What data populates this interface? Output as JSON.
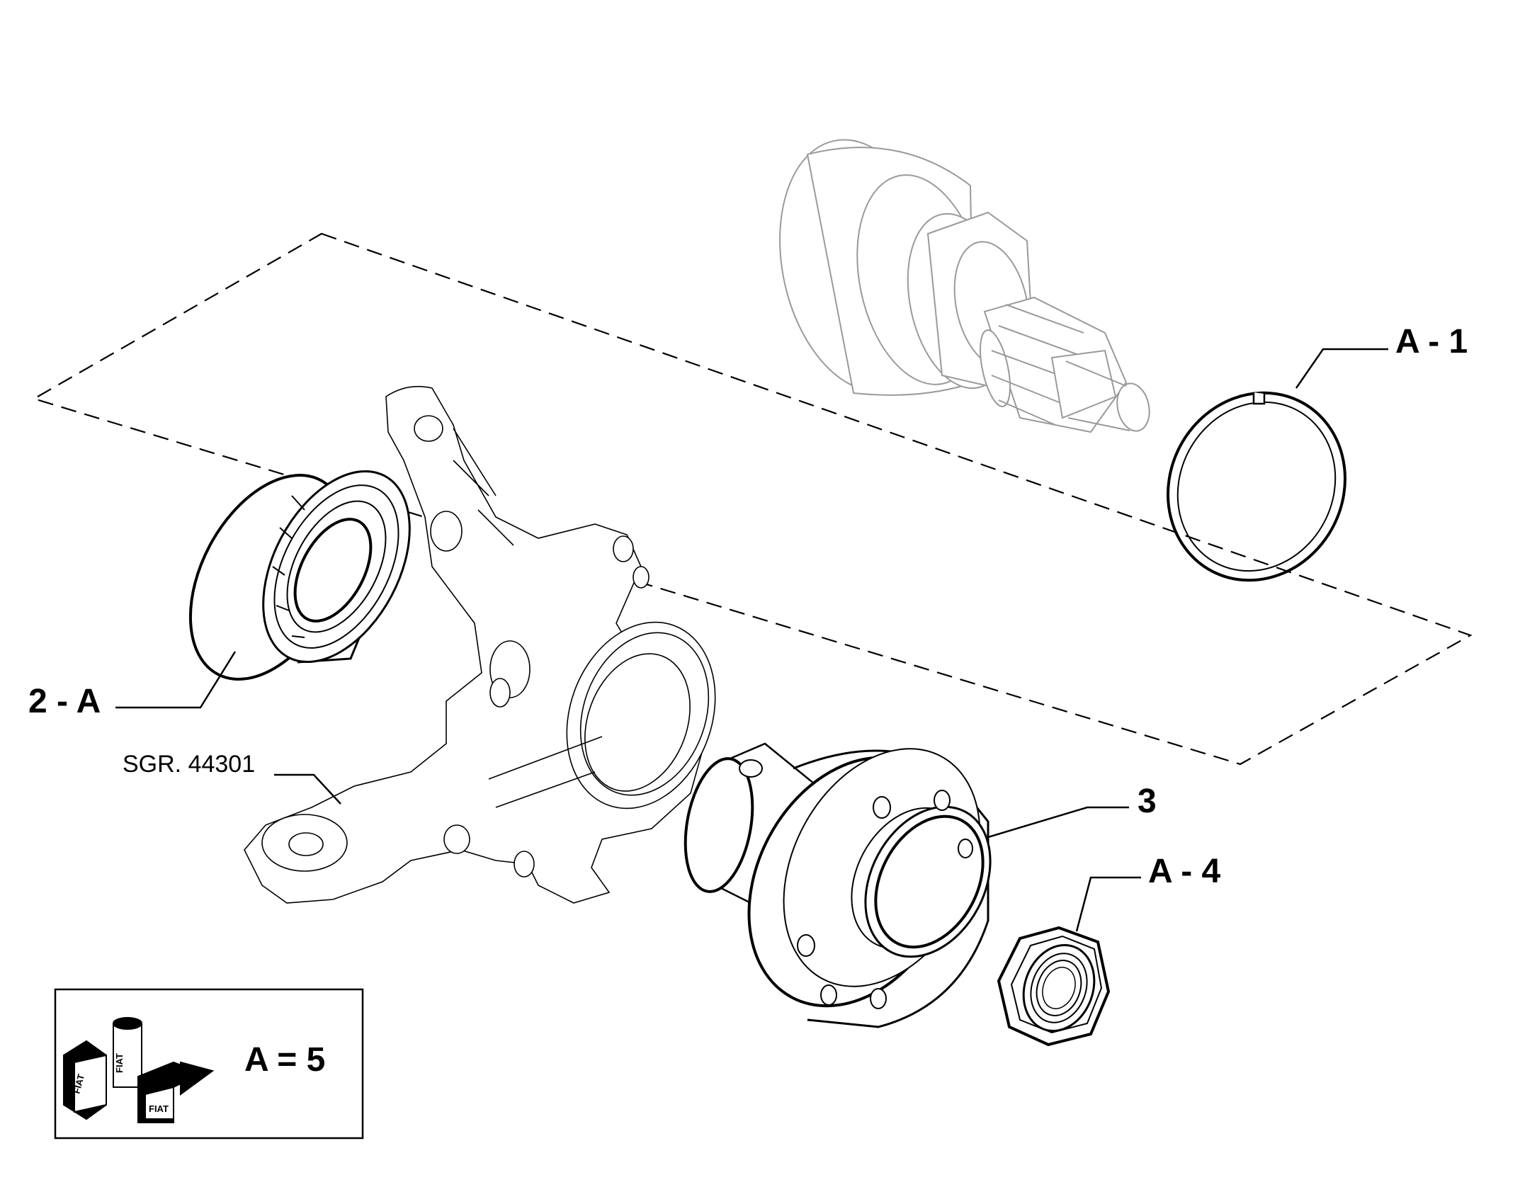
{
  "callouts": {
    "part_1": "A - 1",
    "part_2": "2 - A",
    "part_3": "3",
    "part_4": "A - 4",
    "reference": "SGR. 44301"
  },
  "legend": {
    "text": "A = 5",
    "logo_text": "FIAT"
  },
  "colors": {
    "line": "#000000",
    "faint_line": "#9a9a9a",
    "background": "#ffffff"
  }
}
